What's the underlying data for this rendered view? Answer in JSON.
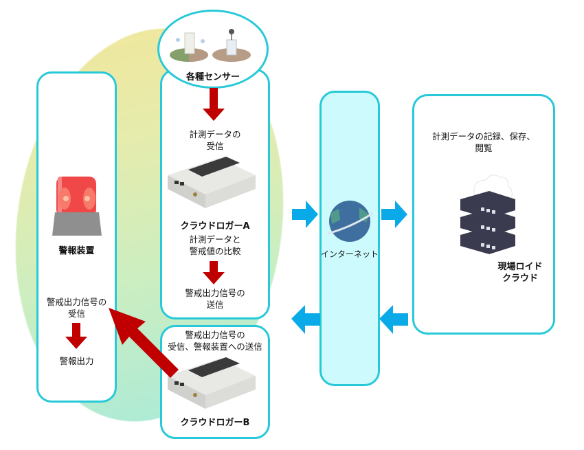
{
  "sensors": {
    "label": "各種センサー"
  },
  "logger_a": {
    "receive_label_1": "計測データの",
    "receive_label_2": "受信",
    "name": "クラウドロガーA",
    "compare_label_1": "計測データと",
    "compare_label_2": "警戒値の比較",
    "send_label_1": "警戒出力信号の",
    "send_label_2": "送信"
  },
  "logger_b": {
    "label_1": "警戒出力信号の",
    "label_2": "受信、警報装置への送信",
    "name": "クラウドロガーB"
  },
  "alarm": {
    "name": "警報装置",
    "receive_label_1": "警戒出力信号の",
    "receive_label_2": "受信",
    "output_label": "警報出力"
  },
  "internet": {
    "label": "インターネット"
  },
  "cloud": {
    "desc_1": "計測データの記録、保存、",
    "desc_2": "閲覧",
    "name_1": "現場ロイド",
    "name_2": "クラウド"
  },
  "colors": {
    "border": "#27c9d8",
    "red_arrow": "#c00000",
    "blue_arrow": "#0aa9e8",
    "internet_fill": "#cdfbfd"
  }
}
